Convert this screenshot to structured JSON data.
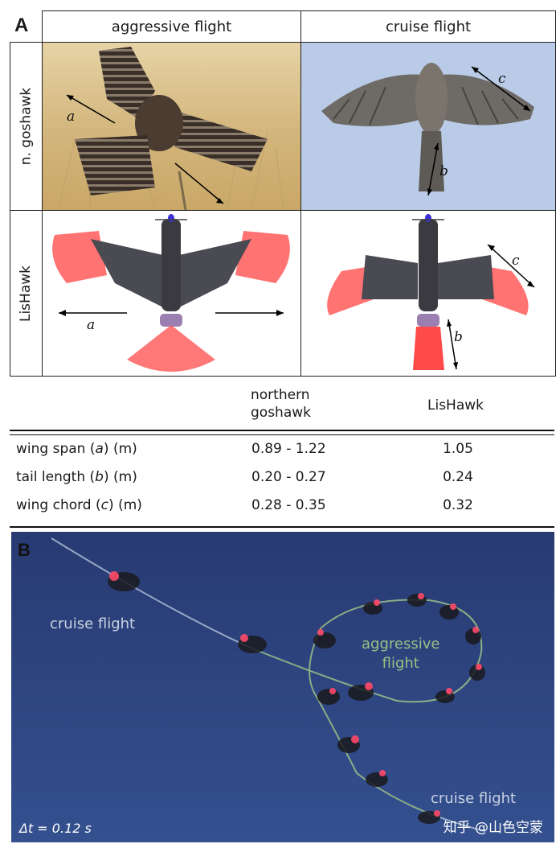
{
  "panel_a": {
    "letter": "A",
    "col_headers": [
      "aggressive flight",
      "cruise flight"
    ],
    "row_headers": [
      "n. goshawk",
      "LisHawk"
    ],
    "arrow_labels": {
      "span": "a",
      "tail": "b",
      "chord": "c"
    }
  },
  "table": {
    "headers": {
      "goshawk": "northern\ngoshawk",
      "lishawk": "LisHawk"
    },
    "rows": [
      {
        "param": "wing span",
        "var": "a",
        "unit": "(m)",
        "goshawk": "0.89 - 1.22",
        "lishawk": "1.05"
      },
      {
        "param": "tail length",
        "var": "b",
        "unit": "(m)",
        "goshawk": "0.20 - 0.27",
        "lishawk": "0.24"
      },
      {
        "param": "wing chord",
        "var": "c",
        "unit": "(m)",
        "goshawk": "0.28 - 0.35",
        "lishawk": "0.32"
      }
    ]
  },
  "panel_b": {
    "letter": "B",
    "labels": {
      "cruise_top": "cruise flight",
      "aggressive": "aggressive\nflight",
      "cruise_bottom": "cruise flight"
    },
    "dt": "Δt = 0.12 s",
    "watermark": "知乎 @山色空蒙"
  },
  "colors": {
    "sky_photo": "#b9cbe6",
    "field_photo": "#d9c290",
    "night_sky": "#2b3f78",
    "tail_red": "#ff4a4a",
    "trajectory": "#9bbf86"
  }
}
